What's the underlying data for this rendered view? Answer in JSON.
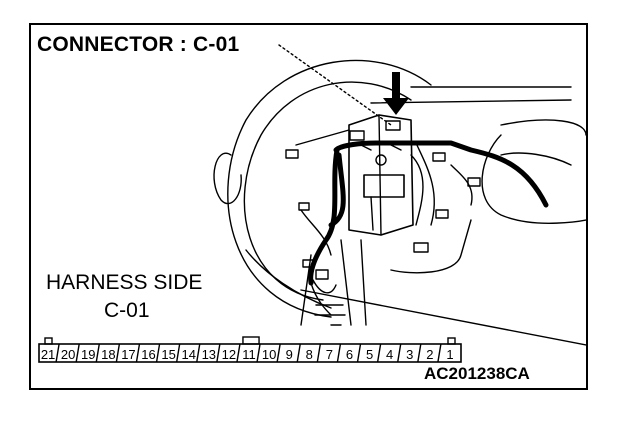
{
  "figure": {
    "title": "CONNECTOR : C-01",
    "harness_side_label": "HARNESS SIDE",
    "connector_id": "C-01",
    "drawing_code": "AC201238CA"
  },
  "connector": {
    "pins": [
      "21",
      "20",
      "19",
      "18",
      "17",
      "16",
      "15",
      "14",
      "13",
      "12",
      "11",
      "10",
      "9",
      "8",
      "7",
      "6",
      "5",
      "4",
      "3",
      "2",
      "1"
    ]
  },
  "colors": {
    "line": "#000000",
    "background": "#ffffff"
  }
}
